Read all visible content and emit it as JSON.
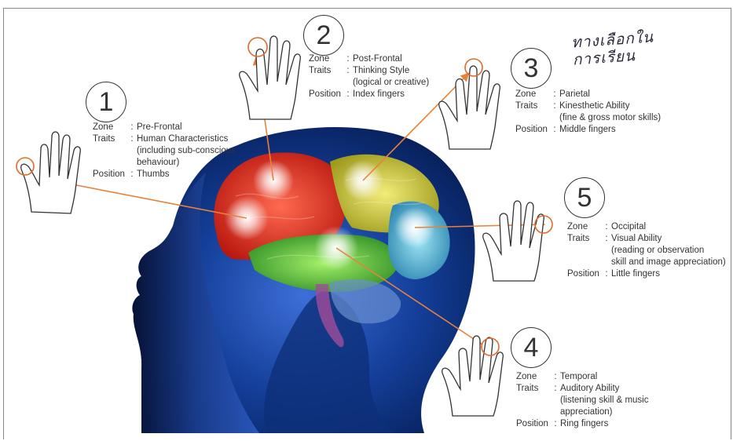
{
  "zones": [
    {
      "number": "1",
      "zone_label": "Zone",
      "zone": "Pre-Frontal",
      "traits_label": "Traits",
      "traits": "Human Characteristics",
      "traits_detail_1": "(including sub-conscious",
      "traits_detail_2": "behaviour)",
      "position_label": "Position",
      "position": "Thumbs"
    },
    {
      "number": "2",
      "zone_label": "Zone",
      "zone": "Post-Frontal",
      "traits_label": "Traits",
      "traits": "Thinking Style",
      "traits_detail_1": "(logical or creative)",
      "position_label": "Position",
      "position": "Index fingers"
    },
    {
      "number": "3",
      "zone_label": "Zone",
      "zone": "Parietal",
      "traits_label": "Traits",
      "traits": "Kinesthetic Ability",
      "traits_detail_1": "(fine & gross motor skills)",
      "position_label": "Position",
      "position": "Middle fingers"
    },
    {
      "number": "4",
      "zone_label": "Zone",
      "zone": "Temporal",
      "traits_label": "Traits",
      "traits": "Auditory Ability",
      "traits_detail_1": "(listening skill & music",
      "traits_detail_2": "appreciation)",
      "position_label": "Position",
      "position": "Ring fingers"
    },
    {
      "number": "5",
      "zone_label": "Zone",
      "zone": "Occipital",
      "traits_label": "Traits",
      "traits": "Visual Ability",
      "traits_detail_1": "(reading or observation",
      "traits_detail_2": "skill and image appreciation)",
      "position_label": "Position",
      "position": "Little fingers"
    }
  ],
  "colors": {
    "arrow": "#e8823a",
    "highlight_circle": "#e06a2a",
    "background_blue": "#0b2a6e",
    "frontal_red": "#e0301e",
    "parietal_yellow": "#d8c832",
    "temporal_green": "#5fc23a",
    "occipital_cyan": "#43b8d8"
  },
  "handwriting": {
    "line_1": "ทางเลือกใน",
    "line_2": "การเรียน"
  }
}
